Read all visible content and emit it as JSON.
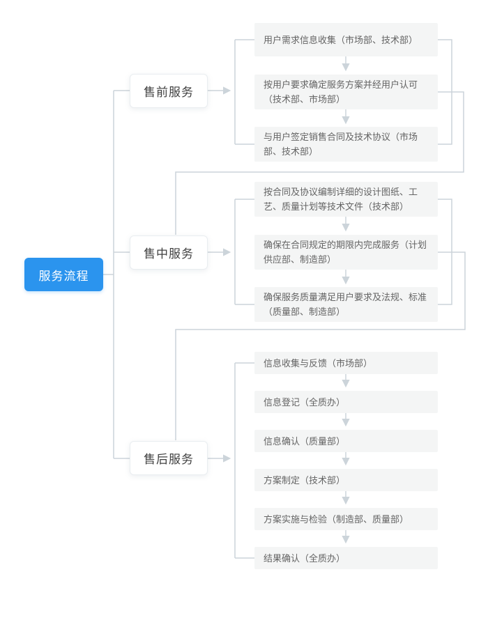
{
  "root": {
    "label": "服务流程"
  },
  "categories": [
    {
      "label": "售前服务"
    },
    {
      "label": "售中服务"
    },
    {
      "label": "售后服务"
    }
  ],
  "groups": [
    {
      "steps": [
        {
          "text": "用户需求信息收集（市场部、技术部）"
        },
        {
          "text": "按用户要求确定服务方案并经用户认可（技术部、市场部）"
        },
        {
          "text": "与用户签定销售合同及技术协议（市场部、技术部）"
        }
      ]
    },
    {
      "steps": [
        {
          "text": "按合同及协议编制详细的设计图纸、工艺、质量计划等技术文件（技术部）"
        },
        {
          "text": "确保在合同规定的期限内完成服务（计划供应部、制造部）"
        },
        {
          "text": "确保服务质量满足用户要求及法规、标准（质量部、制造部）"
        }
      ]
    },
    {
      "steps": [
        {
          "text": "信息收集与反馈（市场部）"
        },
        {
          "text": "信息登记（全质办）"
        },
        {
          "text": "信息确认（质量部）"
        },
        {
          "text": "方案制定（技术部）"
        },
        {
          "text": "方案实施与检验（制造部、质量部）"
        },
        {
          "text": "结果确认（全质办）"
        }
      ]
    }
  ],
  "colors": {
    "accent": "#2b94ee",
    "connector_line": "#ccd4da",
    "step_background": "#f4f5f5",
    "category_text": "#3f3f3f",
    "step_text": "#646464"
  }
}
